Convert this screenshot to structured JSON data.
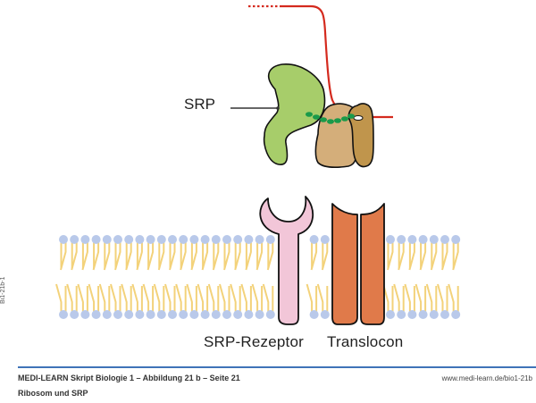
{
  "diagram": {
    "labels": {
      "srp": "SRP",
      "srp_receptor": "SRP-Rezeptor",
      "translocon": "Translocon"
    },
    "side_code": "Bi1-21b-1",
    "colors": {
      "mrna": "#d42a1e",
      "srp": "#a7cd6a",
      "signal_peptide": "#1a9a4a",
      "ribosome_small": "#d4ae7a",
      "ribosome_large": "#c0954c",
      "receptor": "#f2c6d8",
      "translocon": "#e07a4a",
      "lipid_head": "#b9c9ea",
      "lipid_tail": "#f3d27a",
      "footer_rule": "#3f73b8"
    }
  },
  "footer": {
    "title": "MEDI-LEARN Skript Biologie 1 – Abbildung 21 b – Seite 21",
    "subtitle": "Ribosom und SRP",
    "url": "www.medi-learn.de/bio1-21b"
  }
}
